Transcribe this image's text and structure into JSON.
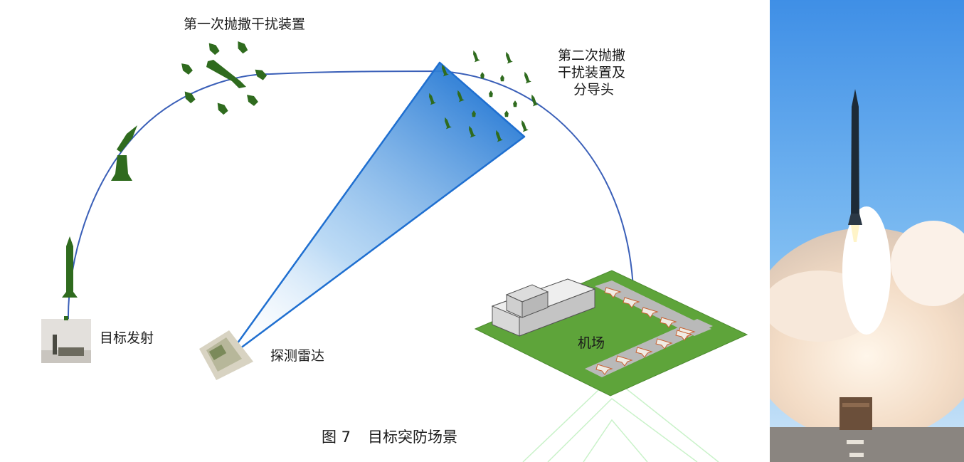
{
  "labels": {
    "first_release": "第一次抛撒干扰装置",
    "second_release": [
      "第二次抛撒",
      "干扰装置及",
      "分导头"
    ],
    "target_launch": "目标发射",
    "detection_radar": "探测雷达",
    "airport": "机场",
    "caption_num": "图 7",
    "caption_text": "目标突防场景"
  },
  "colors": {
    "trajectory": "#3a5fb8",
    "missile": "#2f6b1e",
    "radar_beam": "#1f6fd0",
    "grass": "#5ea43a",
    "runway": "#b9b9b9"
  }
}
